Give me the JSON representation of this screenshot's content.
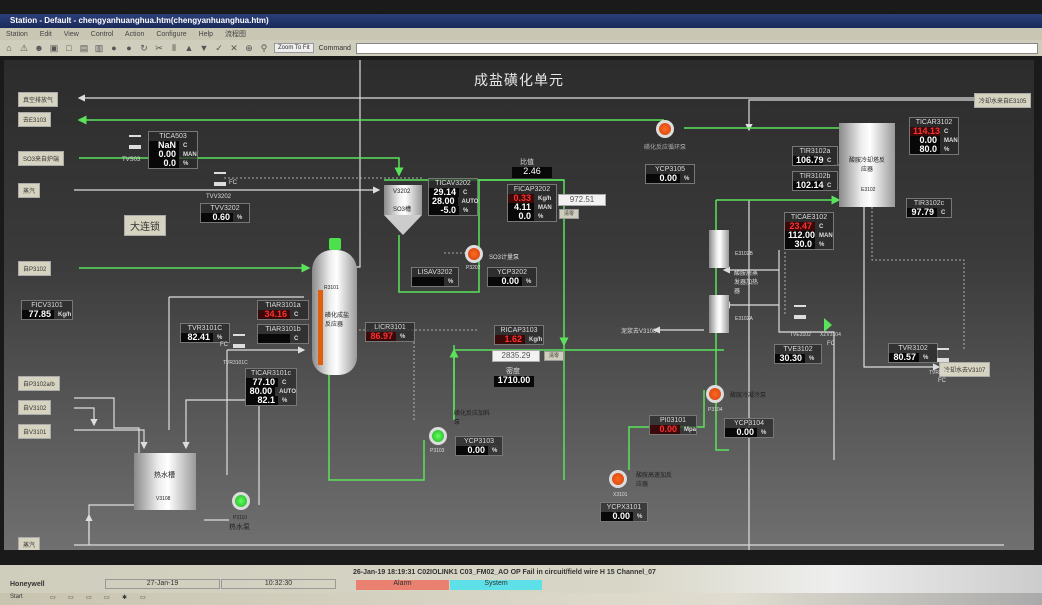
{
  "window": {
    "title": "Station - Default - chengyanhuanghua.htm(chengyanhuanghua.htm)"
  },
  "menu": [
    "Station",
    "Edit",
    "View",
    "Control",
    "Action",
    "Configure",
    "Help",
    "流程图"
  ],
  "toolbar": {
    "zoom_label": "Zoom To Fit",
    "command_label": "Command",
    "command_value": ""
  },
  "page": {
    "title": "成盐磺化单元"
  },
  "tags": {
    "vacuum_exhaust": "真空排放气",
    "to_e3103": "去E3103",
    "so3_from_furnace": "SO3来自炉端",
    "steam_top": "蒸汽",
    "p3102": "自P3102",
    "p3102ab": "自P3102a/b",
    "v3102": "自V3102",
    "v3101": "自V3101",
    "steam_bottom": "蒸汽",
    "from_e3105": "冷却水来自E3105",
    "to_v3107": "冷却水去V3107",
    "interlock": "大连锁"
  },
  "faceplates": {
    "tica503": {
      "tag": "TICA503",
      "pv": "NaN",
      "sp": "0.00",
      "op": "0.0",
      "pv_unit": "C",
      "mode": "MAN",
      "op_unit": "%"
    },
    "tvv3202": {
      "tag": "TVV3202",
      "value": "0.60",
      "unit": "%"
    },
    "ticav3202": {
      "tag": "TICAV3202",
      "pv": "29.14",
      "sp": "28.00",
      "op": "-5.0",
      "pv_unit": "C",
      "mode": "AUTO",
      "op_unit": "%"
    },
    "ratio": {
      "label": "比值",
      "value": "2.46"
    },
    "ficap3202": {
      "tag": "FICAP3202",
      "pv": "0.33",
      "sp": "4.11",
      "op": "0.0",
      "pv_unit": "Kg/h",
      "mode": "MAN",
      "op_unit": "%",
      "total": "972.51",
      "reset": "清零"
    },
    "ycp3105": {
      "tag": "YCP3105",
      "value": "0.00",
      "unit": "%"
    },
    "lisav3202": {
      "tag": "LISAV3202",
      "value": "",
      "unit": "%"
    },
    "ycp3202": {
      "tag": "YCP3202",
      "value": "0.00",
      "unit": "%"
    },
    "ficv3101": {
      "tag": "FICV3101",
      "value": "77.85",
      "unit": "Kg/h"
    },
    "tiar3101a": {
      "tag": "TIAR3101a",
      "value": "34.16",
      "unit": "C"
    },
    "tiar3101b": {
      "tag": "TIAR3101b",
      "value": "",
      "unit": "C"
    },
    "tvr3101c": {
      "tag": "TVR3101C",
      "value": "82.41",
      "unit": "%"
    },
    "ticar3101c": {
      "tag": "TICAR3101c",
      "pv": "77.10",
      "sp": "80.00",
      "op": "82.1",
      "pv_unit": "C",
      "mode": "AUTO",
      "op_unit": "%"
    },
    "licr3101": {
      "tag": "LICR3101",
      "value": "86.97",
      "unit": "%"
    },
    "ricap3103": {
      "tag": "RICAP3103",
      "value": "1.62",
      "unit": "Kg/h",
      "total": "2835.29",
      "reset": "清零"
    },
    "density": {
      "label": "密度",
      "value": "1710.00"
    },
    "ticar3102": {
      "tag": "TICAR3102",
      "pv": "114.13",
      "sp": "0.00",
      "op": "80.0",
      "pv_unit": "C",
      "mode": "MAN",
      "op_unit": "%"
    },
    "tir3102a": {
      "tag": "TIR3102a",
      "value": "106.79",
      "unit": "C"
    },
    "tir3102b": {
      "tag": "TIR3102b",
      "value": "102.14",
      "unit": "C"
    },
    "tir3102c": {
      "tag": "TIR3102c",
      "value": "97.79",
      "unit": "C"
    },
    "ticae3102": {
      "tag": "TICAE3102",
      "pv": "23.47",
      "sp": "112.00",
      "op": "30.0",
      "pv_unit": "C",
      "mode": "MAN",
      "op_unit": "%"
    },
    "tve3102": {
      "tag": "TVE3102",
      "value": "30.30",
      "unit": "%"
    },
    "tvr3102": {
      "tag": "TVR3102",
      "value": "80.57",
      "unit": "%"
    },
    "pi3101": {
      "tag": "PI03101",
      "value": "0.00",
      "unit": "Mpa"
    },
    "ycp3104": {
      "tag": "YCP3104",
      "value": "0.00",
      "unit": "%"
    },
    "ycp3103": {
      "tag": "YCP3103",
      "value": "0.00",
      "unit": "%"
    },
    "ycpx3101": {
      "tag": "YCPX3101",
      "value": "0.00",
      "unit": "%"
    }
  },
  "equipment": {
    "tvs03": "TVS03",
    "tvv3202": "TVV3202",
    "v3202": "V3202",
    "so3_tank": "SO3槽",
    "r3101": "R3101",
    "r3101_name": "磺化成盐反应器",
    "so3_pump": "SO3计量泵",
    "p3202": "P3202",
    "e3102": "E3102",
    "e3102_name": "酸胺冷却塔反应器",
    "e3102b": "E3102B",
    "e3102a": "E3102A",
    "hx_name": "酸胺质蒸发器加热器",
    "tvr3101c": "TVR3101C",
    "tve3102": "TVE3102",
    "xzv3104": "XZV3104",
    "tvr3102": "TVR3102",
    "fc": "FC",
    "to_v3108": "泥浆去V3108",
    "v3108_name": "热水槽",
    "v3108": "V3108",
    "p3110": "P3110",
    "p3110_name": "热水泵",
    "p3103_name": "磺化反应加料泵",
    "p3103": "P3103",
    "x3101": "X3101",
    "x3101_name": "酸胺高速加反应器",
    "p3104": "P3104",
    "p3104_name": "酸胺冷凝冷泵",
    "p3105_name": "磺化反应循环泵"
  },
  "status": {
    "brand": "Honeywell",
    "date": "27-Jan-19",
    "time": "10:32:30",
    "alarm_message": "26-Jan-19  18:19:31  C02IOLINK1  C03_FM02_AO  OP Fail in circuit/field wire  H 15 Channel_07",
    "alarm_label": "Alarm",
    "system_label": "System"
  },
  "taskbar": {
    "start": "Start"
  },
  "colors": {
    "process_green": "#5be25b",
    "alarm_red": "#ff3030",
    "alarm_bg": "#e98070",
    "system_bg": "#5ee0e8"
  }
}
